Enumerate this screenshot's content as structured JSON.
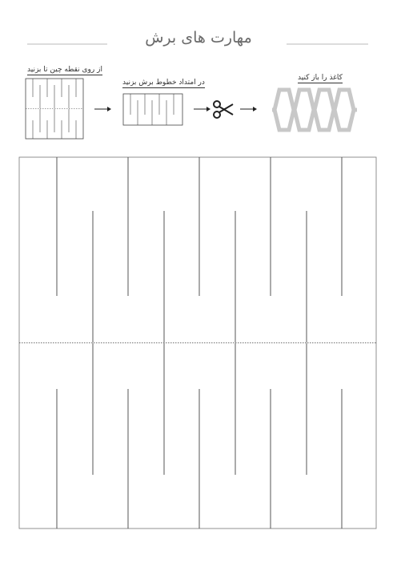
{
  "header": {
    "title": "مهارت های برش"
  },
  "steps": [
    {
      "label": "از روی نقطه چین تا بزنید"
    },
    {
      "label": "در امتداد خطوط برش بزنید"
    },
    {
      "label": "کاغذ را باز کنید"
    }
  ],
  "icons": {
    "arrow": "arrow-right-icon",
    "scissors": "scissors-icon"
  }
}
